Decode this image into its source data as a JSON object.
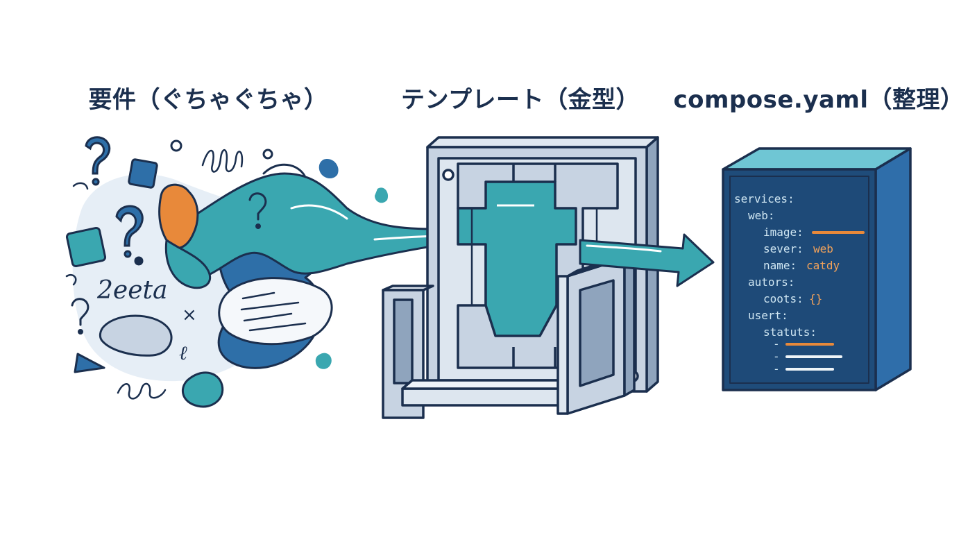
{
  "headings": {
    "left": "要件（ぐちゃぐちゃ）",
    "middle": "テンプレート（金型）",
    "right": "compose.yaml（整理）"
  },
  "scribbles": {
    "word": "2eeta",
    "cross": "×",
    "curl": "ℓ"
  },
  "code": {
    "l1": "services:",
    "l2": "web:",
    "l3_key": "image:",
    "l4_key": "sever:",
    "l4_val": "web",
    "l5_key": "name:",
    "l5_val": "catdy",
    "l6": "autors:",
    "l7_key": "coots:",
    "l7_val": "{}",
    "l8": "usert:",
    "l9": "statuts:",
    "dash": "-"
  },
  "colors": {
    "navy": "#1b2f4e",
    "teal": "#3aa7b0",
    "blue": "#2e6fa8",
    "orange": "#e8893a",
    "steel": "#c7d3e2",
    "panel": "#1f4c7a",
    "box_side": "#2f6eaa",
    "box_top": "#6fc6d4",
    "code_text": "#cfe6f2",
    "code_orange": "#f2a25a"
  },
  "icons": [
    "question-mark-icon",
    "arrow-right-icon",
    "mold-frame-icon",
    "file-box-icon"
  ]
}
